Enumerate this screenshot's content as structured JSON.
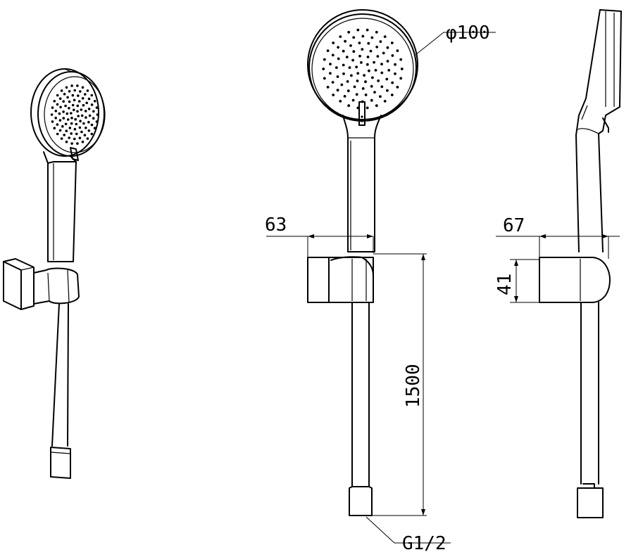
{
  "dimensions": {
    "head_diameter": "φ100",
    "holder_width_front": "63",
    "holder_width_side": "67",
    "holder_height": "41",
    "hose_length": "1500",
    "thread": "G1/2"
  }
}
